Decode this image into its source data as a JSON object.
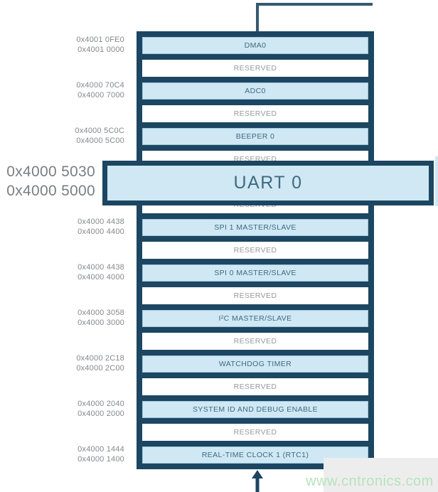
{
  "diagram": {
    "kind": "memory-map",
    "rows": [
      {
        "type": "peripheral",
        "label": "DMA0",
        "addr_high": "0x4001 0FE0",
        "addr_low": "0x4001 0000"
      },
      {
        "type": "reserved",
        "label": "RESERVED"
      },
      {
        "type": "peripheral",
        "label": "ADC0",
        "addr_high": "0x4000 70C4",
        "addr_low": "0x4000 7000"
      },
      {
        "type": "reserved",
        "label": "RESERVED"
      },
      {
        "type": "peripheral",
        "label": "BEEPER 0",
        "addr_high": "0x4000 5C0C",
        "addr_low": "0x4000 5C00"
      },
      {
        "type": "reserved",
        "label": "RESERVED"
      },
      {
        "type": "peripheral",
        "label": "UART 0",
        "highlighted": true
      },
      {
        "type": "reserved",
        "label": "RESERVED"
      },
      {
        "type": "peripheral",
        "label": "SPI 1 MASTER/SLAVE",
        "addr_high": "0x4000 4438",
        "addr_low": "0x4000 4400"
      },
      {
        "type": "reserved",
        "label": "RESERVED"
      },
      {
        "type": "peripheral",
        "label": "SPI 0 MASTER/SLAVE",
        "addr_high": "0x4000 4438",
        "addr_low": "0x4000 4000"
      },
      {
        "type": "reserved",
        "label": "RESERVED"
      },
      {
        "type": "peripheral",
        "label": "I²C MASTER/SLAVE",
        "addr_high": "0x4000 3058",
        "addr_low": "0x4000 3000"
      },
      {
        "type": "reserved",
        "label": "RESERVED"
      },
      {
        "type": "peripheral",
        "label": "WATCHDOG TIMER",
        "addr_high": "0x4000 2C18",
        "addr_low": "0x4000 2C00"
      },
      {
        "type": "reserved",
        "label": "RESERVED"
      },
      {
        "type": "peripheral",
        "label": "SYSTEM ID AND DEBUG ENABLE",
        "addr_high": "0x4000 2040",
        "addr_low": "0x4000 2000"
      },
      {
        "type": "reserved",
        "label": "RESERVED"
      },
      {
        "type": "peripheral",
        "label": "REAL-TIME CLOCK 1 (RTC1)",
        "addr_high": "0x4000 1444",
        "addr_low": "0x4000 1400"
      }
    ],
    "highlight": {
      "label": "UART 0",
      "addr_high": "0x4000 5030",
      "addr_low": "0x4000 5000"
    }
  },
  "watermark": {
    "text": "www.cntronics.com"
  },
  "colors": {
    "border_navy": "#1c4662",
    "connector": "#35596f",
    "block_fill": "#cfe8f4",
    "peripheral_text": "#3f6a80",
    "reserved_text": "#97999d",
    "address_text": "#85888c",
    "highlight_address_text": "#7b7e81",
    "watermark_green": "#b5e4bb",
    "watermark_bg": "#ededed"
  }
}
